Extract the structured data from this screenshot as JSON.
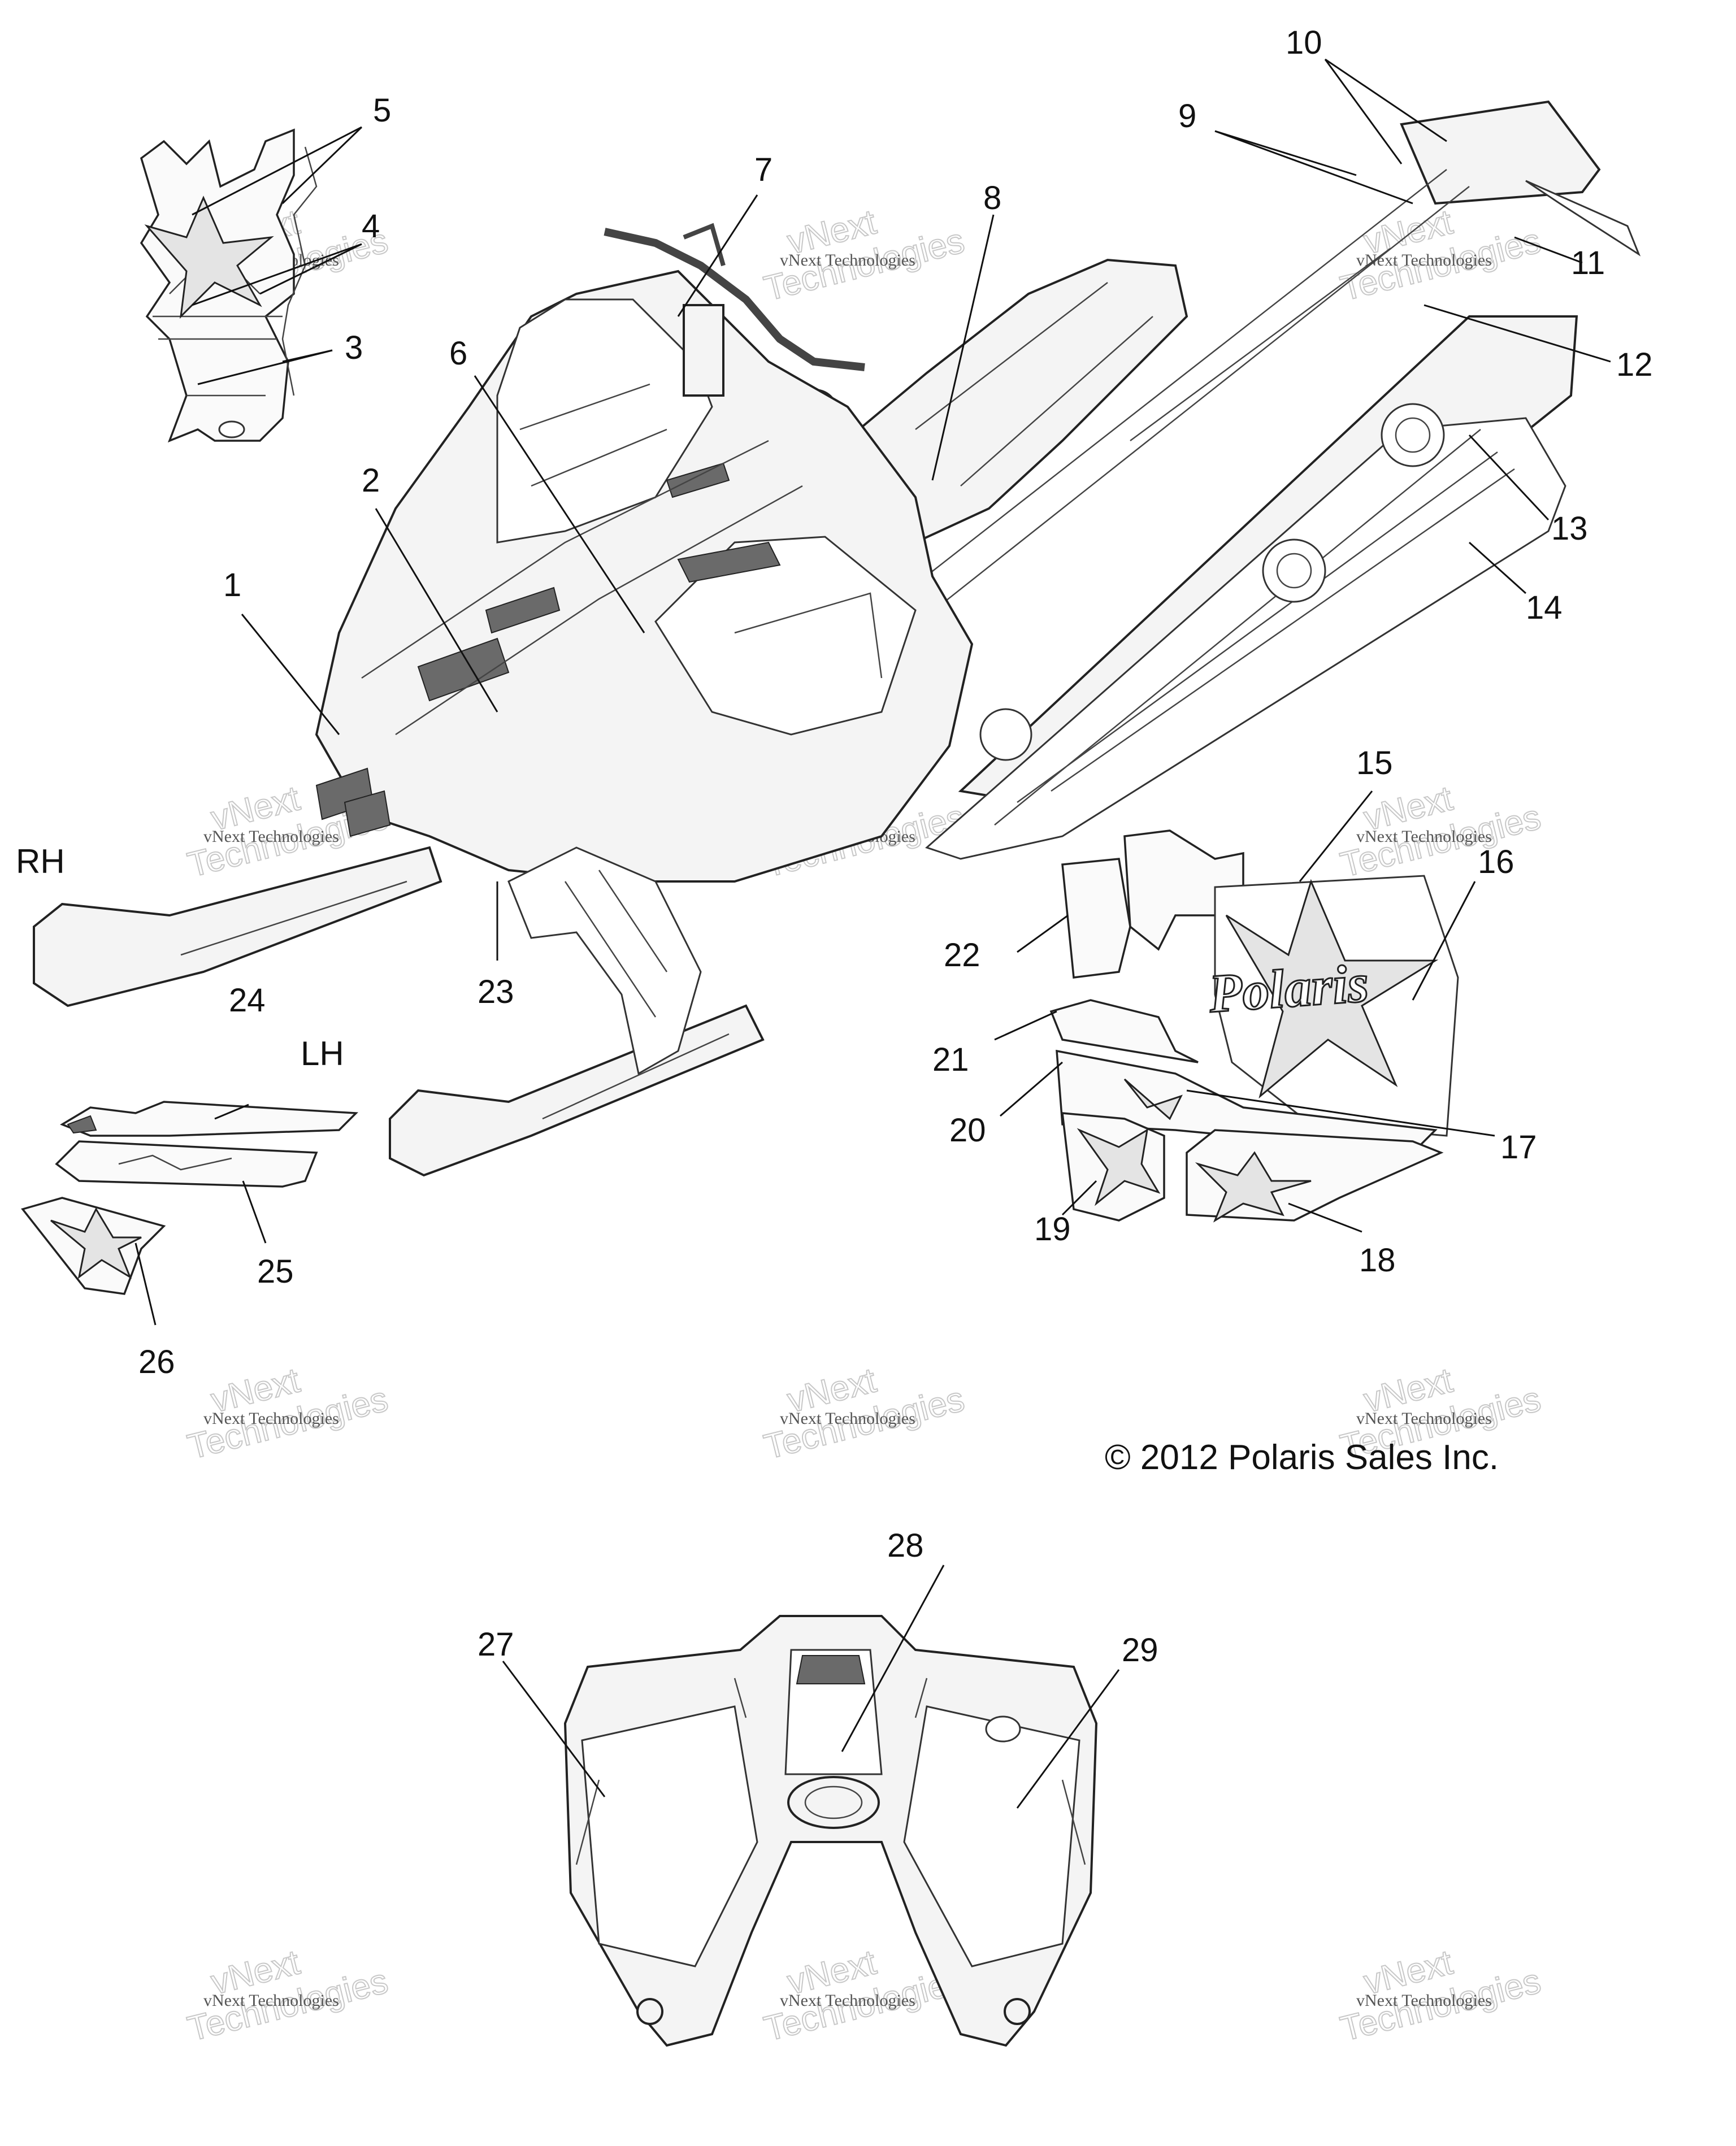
{
  "side_labels": {
    "right": "RH",
    "left": "LH"
  },
  "copyright": "© 2012 Polaris Sales Inc.",
  "watermark": {
    "line1": "vNext",
    "line2": "Technologies",
    "small": "vNext Technologies"
  },
  "callouts": {
    "c1": "1",
    "c2": "2",
    "c3": "3",
    "c4": "4",
    "c5": "5",
    "c6": "6",
    "c7": "7",
    "c8": "8",
    "c9": "9",
    "c10": "10",
    "c11": "11",
    "c12": "12",
    "c13": "13",
    "c14": "14",
    "c15": "15",
    "c16": "16",
    "c17": "17",
    "c18": "18",
    "c19": "19",
    "c20": "20",
    "c21": "21",
    "c22": "22",
    "c23": "23",
    "c24": "24",
    "c25": "25",
    "c26": "26",
    "c27": "27",
    "c28": "28",
    "c29": "29"
  },
  "decal_text": "Polaris"
}
